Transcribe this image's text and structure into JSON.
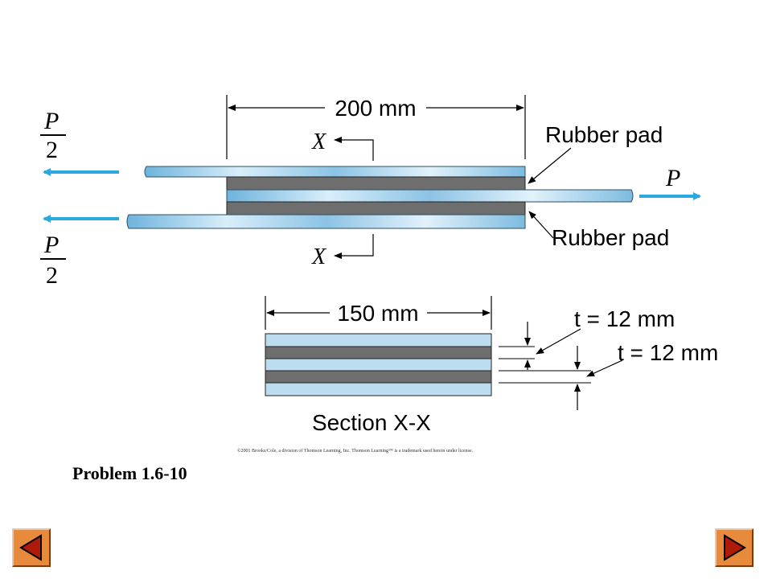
{
  "figure": {
    "left_load": {
      "numerator": "P",
      "denominator": "2"
    },
    "right_load": "P",
    "length_label": "200 mm",
    "width_label": "150 mm",
    "section_marker": "X",
    "pad_label_top": "Rubber pad",
    "pad_label_bottom": "Rubber pad",
    "thickness_label_1": "t = 12 mm",
    "thickness_label_2": "t = 12 mm",
    "section_title": "Section X-X"
  },
  "copyright": "©2001 Brooks/Cole, a division of Thomson Learning, Inc.  Thomson Learning™ is a trademark used herein under license.",
  "problem_label": "Problem 1.6-10",
  "nav": {
    "prev_icon": "triangle-left-icon",
    "next_icon": "triangle-right-icon"
  },
  "colors": {
    "plate": "#a9d1ea",
    "pad": "#6e6e6e",
    "arrow": "#2aa9e0",
    "button": "#e88a3c"
  }
}
